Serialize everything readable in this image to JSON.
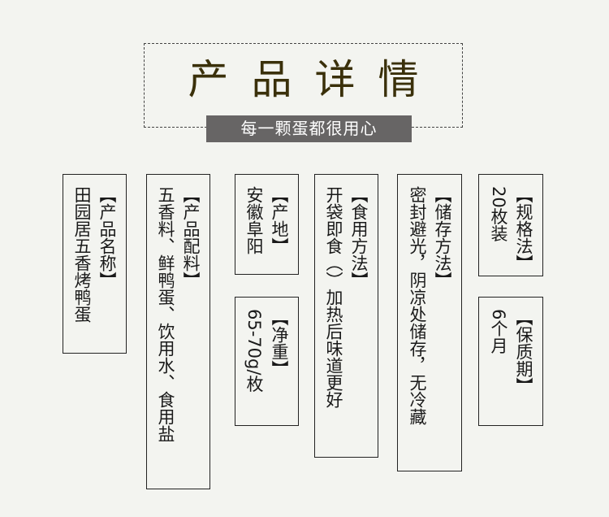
{
  "header": {
    "title": "产品详情",
    "subtitle": "每一颗蛋都很用心"
  },
  "cards": [
    {
      "label": "【产品名称】",
      "value": "田园居五香烤鸭蛋"
    },
    {
      "label": "【产品配料】",
      "value": "五香料、鲜鸭蛋、饮用水、食用盐"
    },
    {
      "label": "【产地】",
      "value": "安徽阜阳"
    },
    {
      "label": "【净重】",
      "value": "65-70g/枚"
    },
    {
      "label": "【食用方法】",
      "value": "开袋即食（）加热后味道更好"
    },
    {
      "label": "【储存方法】",
      "value": "密封避光，阴凉处储存，无冷藏"
    },
    {
      "label": "【规格法】",
      "value": "20枚装"
    },
    {
      "label": "【保质期】",
      "value": "6个月"
    }
  ]
}
